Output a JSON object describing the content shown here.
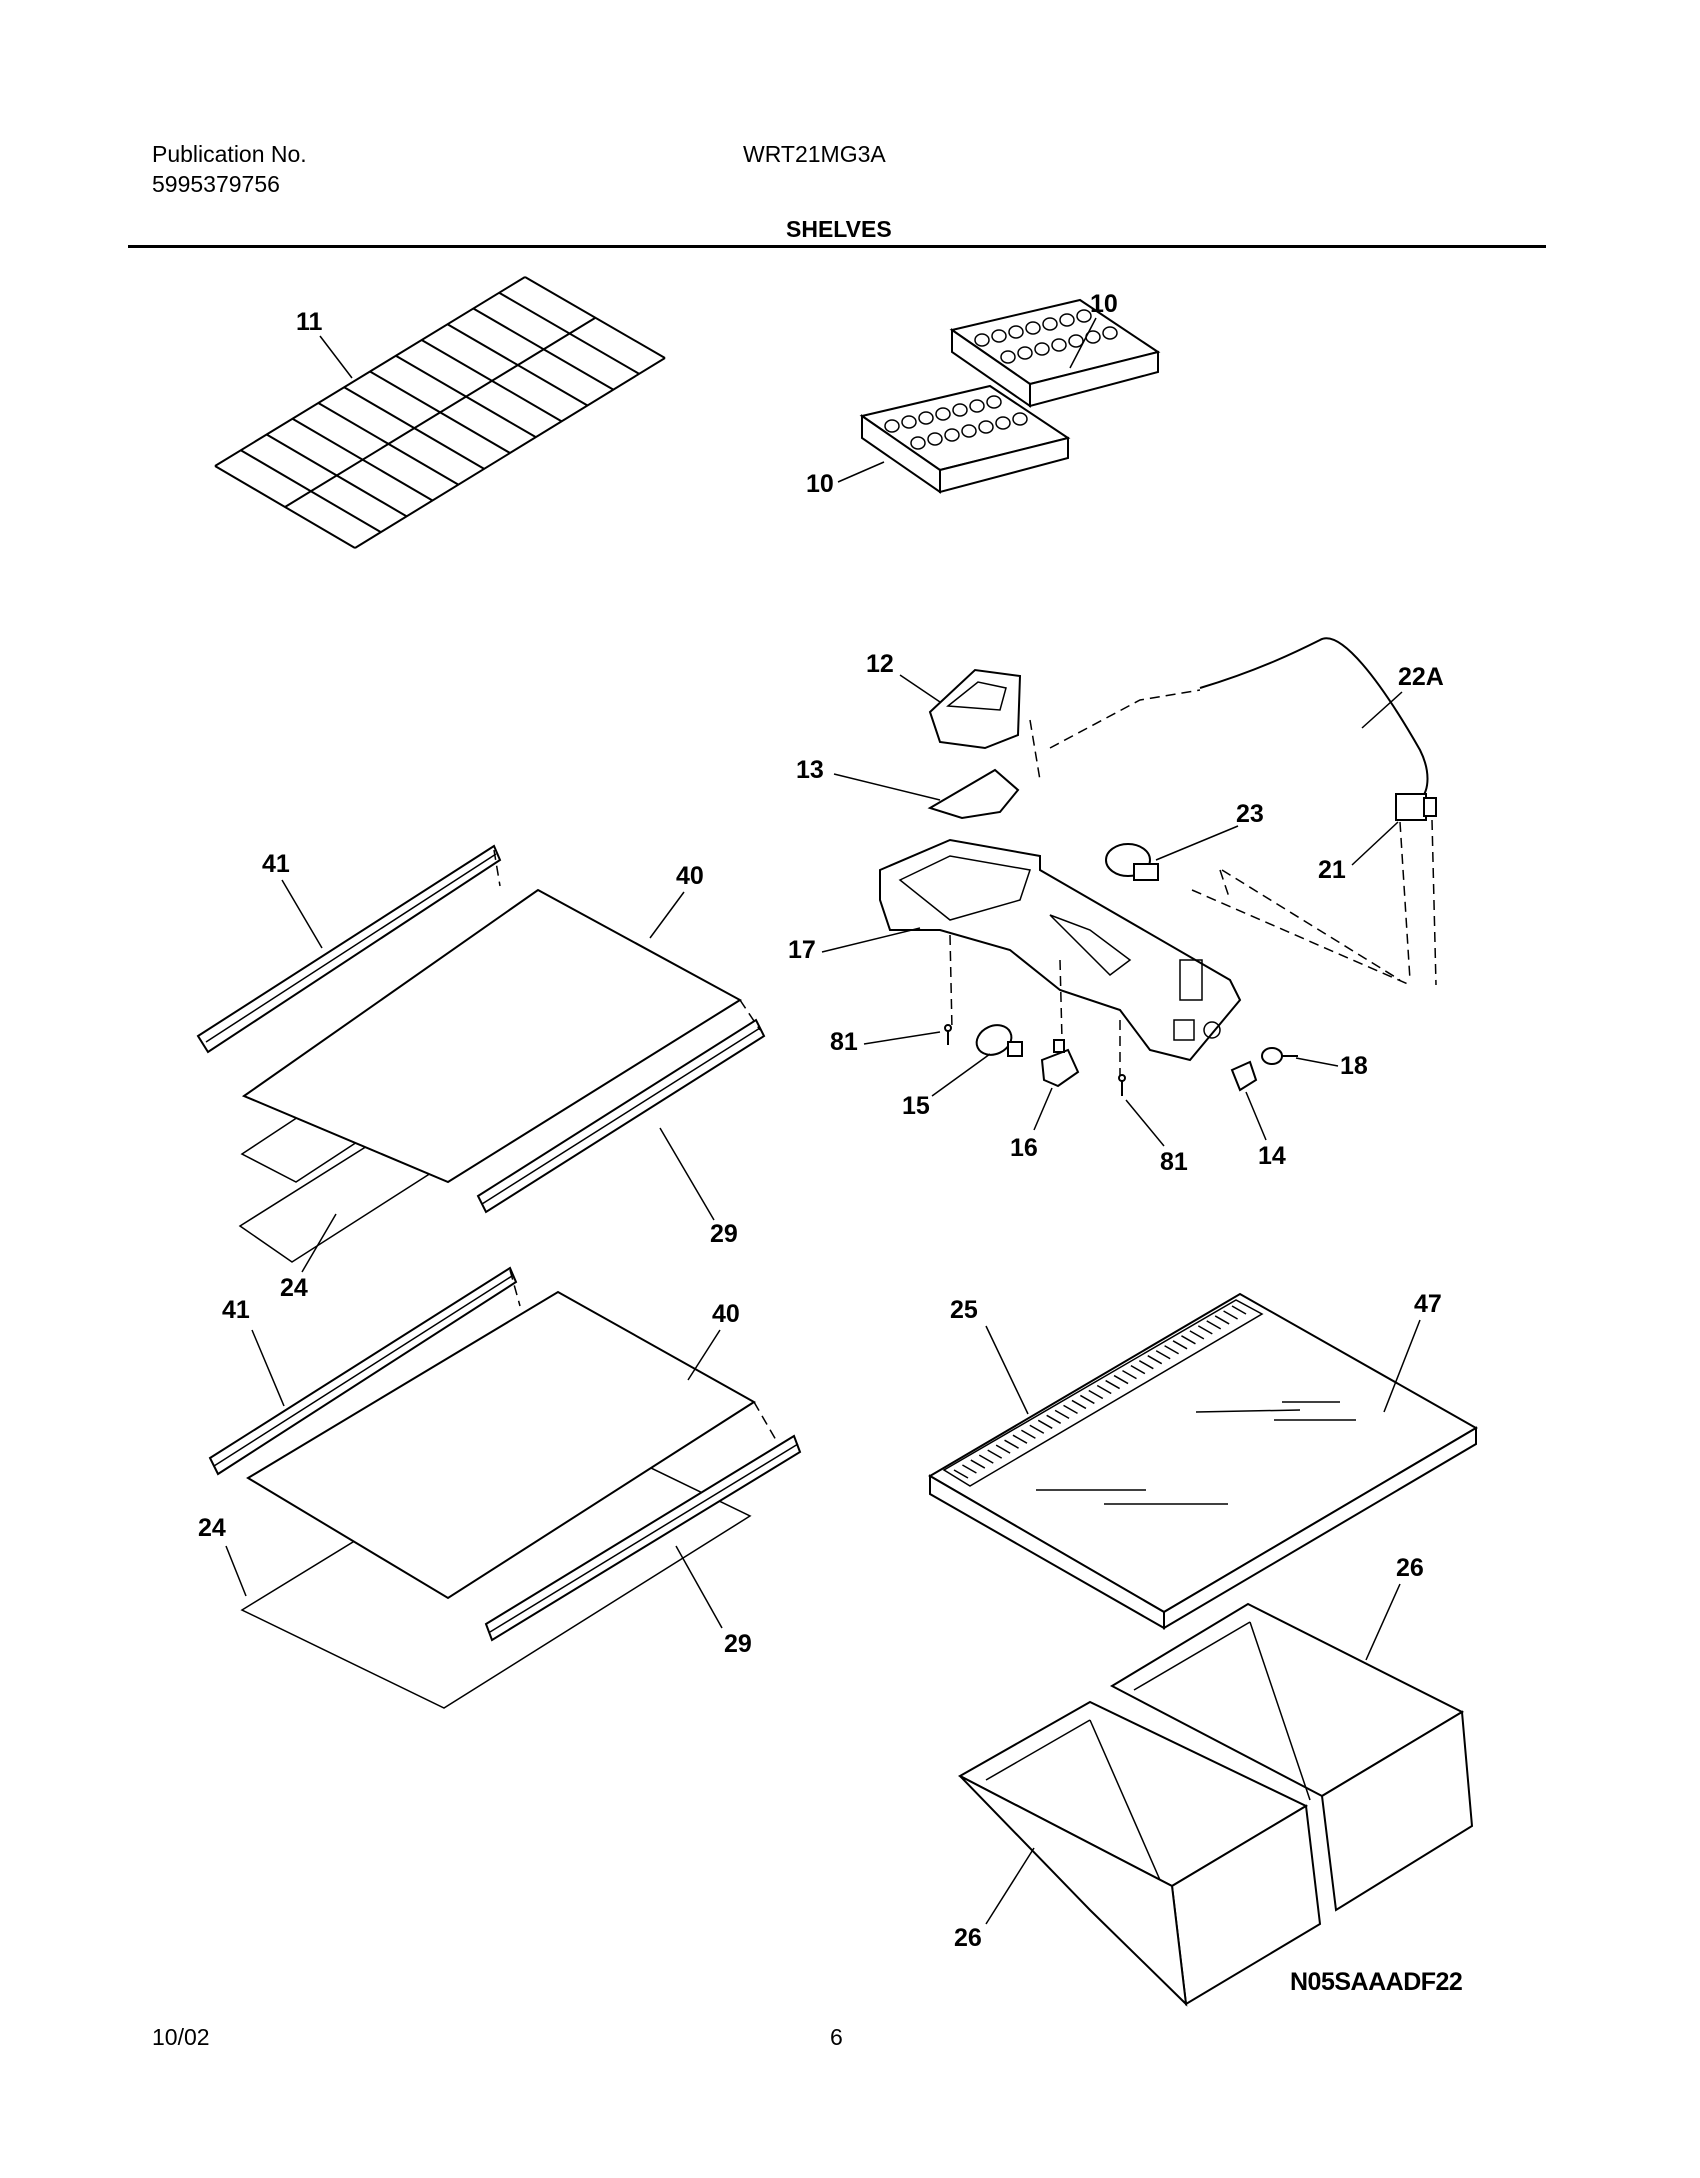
{
  "header": {
    "publication_label": "Publication No.",
    "publication_number": "5995379756",
    "model": "WRT21MG3A",
    "section_title": "SHELVES"
  },
  "footer": {
    "date": "10/02",
    "page_number": "6",
    "diagram_code": "N05SAAADF22"
  },
  "callouts": {
    "c11": "11",
    "c10a": "10",
    "c10b": "10",
    "c12": "12",
    "c13": "13",
    "c22A": "22A",
    "c23": "23",
    "c21": "21",
    "c17": "17",
    "c81a": "81",
    "c15": "15",
    "c16": "16",
    "c81b": "81",
    "c14": "14",
    "c18": "18",
    "c41a": "41",
    "c40a": "40",
    "c29a": "29",
    "c24a": "24",
    "c41b": "41",
    "c40b": "40",
    "c24b": "24",
    "c29b": "29",
    "c25": "25",
    "c47": "47",
    "c26a": "26",
    "c26b": "26"
  }
}
